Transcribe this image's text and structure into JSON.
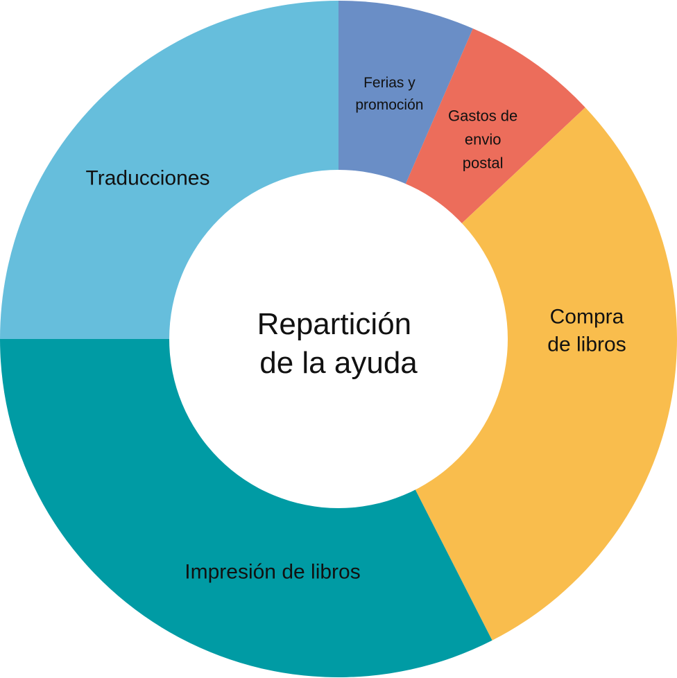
{
  "chart_data": {
    "type": "pie",
    "variant": "donut",
    "title": "Repartición de la ayuda",
    "title_lines": [
      "Repartición",
      "de la ayuda"
    ],
    "legend": "none",
    "slices": [
      {
        "label": "Ferias y promoción",
        "label_lines": [
          "Ferias y",
          "promoción"
        ],
        "value": 6.5,
        "color": "#6A8EC6"
      },
      {
        "label": "Gastos de envio postal",
        "label_lines": [
          "Gastos de",
          "envio",
          "postal"
        ],
        "value": 6.5,
        "color": "#EC6D5B"
      },
      {
        "label": "Compra de libros",
        "label_lines": [
          "Compra",
          "de libros"
        ],
        "value": 29.5,
        "color": "#F9BD4D"
      },
      {
        "label": "Impresión de libros",
        "label_lines": [
          "Impresión de libros"
        ],
        "value": 32.5,
        "color": "#009BA4"
      },
      {
        "label": "Traducciones",
        "label_lines": [
          "Traducciones"
        ],
        "value": 25,
        "color": "#66BEDC"
      }
    ]
  }
}
